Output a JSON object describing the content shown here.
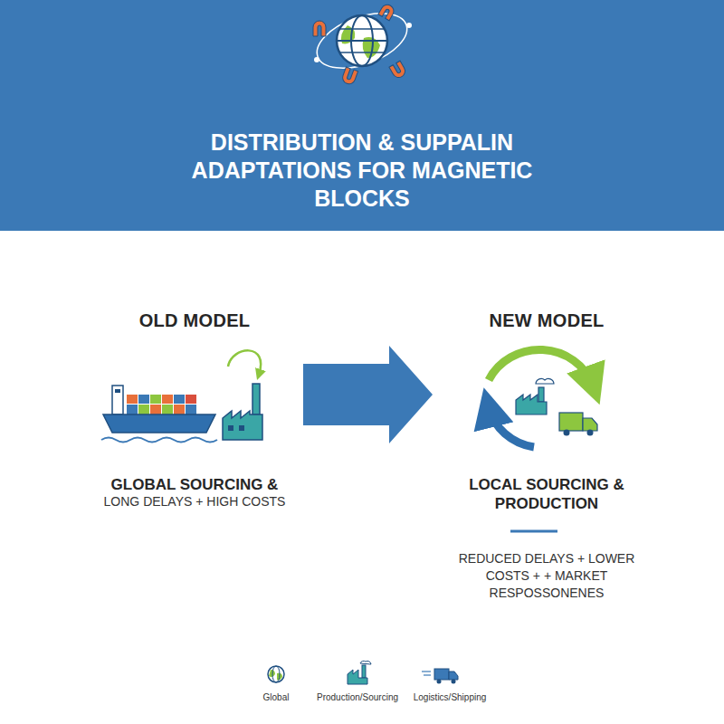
{
  "diagram": {
    "title": "DISTRIBUTION & SUPPALIN ADAPTATIONS FOR MAGNETIC BLOCKS",
    "nodes": [
      {
        "text": [
          "OLD MODEL",
          "GLOBAL SOURCING &",
          "LONG DELAYS + HIGH COSTS"
        ]
      },
      {
        "text": [
          "NEW MODEL",
          "LOCAL SOURCING & PRODUCTION",
          "REDUCED DELAYS + LOWER COSTS + + MARKET RESPOSSONENES"
        ]
      }
    ],
    "edges": [
      {
        "from": 0,
        "to": 1,
        "arrow": "to"
      }
    ],
    "legend": [
      {
        "text": "Global"
      },
      {
        "text": "Production/Sourcing"
      },
      {
        "text": "Logistics/Shipping"
      }
    ]
  }
}
